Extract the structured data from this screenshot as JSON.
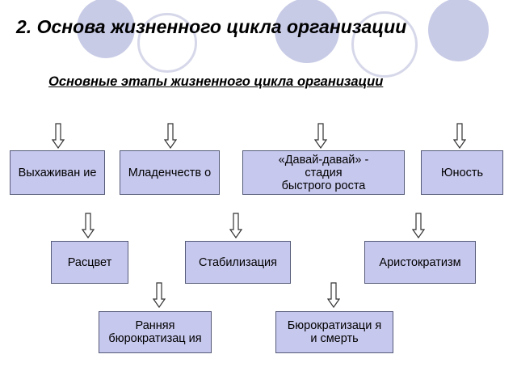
{
  "title": "2. Основа жизненного цикла организации",
  "subtitle": "Основные этапы жизненного цикла организации",
  "colors": {
    "box_fill": "#c7c8ee",
    "box_border": "#555a78",
    "deco_fill": "#c8cbe6",
    "deco_ring": "#d6d8ea"
  },
  "stages": {
    "vykhazhivanie": "Выхаживан ие",
    "mladenchestvo": "Младенчеств о",
    "davai": "«Давай-давай» -\nстадия\nбыстрого роста",
    "yunost": "Юность",
    "rastsvet": "Расцвет",
    "stabilizatsiya": "Стабилизация",
    "aristokratizm": "Аристократизм",
    "rannyaya": "Ранняя\nбюрократизац ия",
    "byurokratizatsiya": "Бюрократизаци я\nи смерть"
  }
}
